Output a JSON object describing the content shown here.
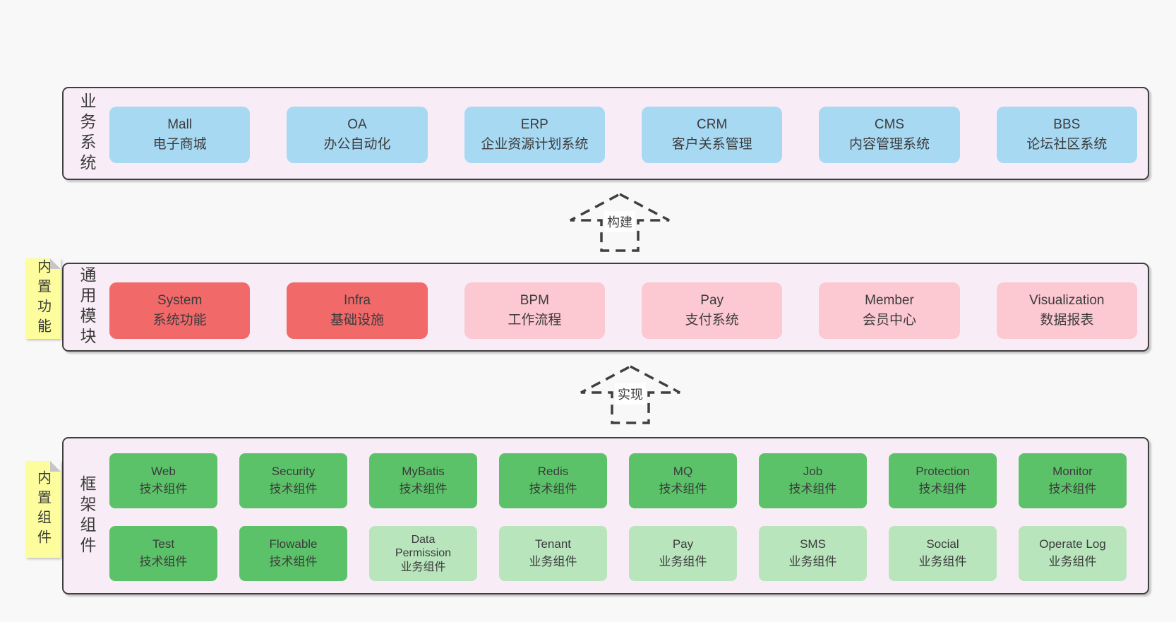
{
  "palette": {
    "page_bg": "#f8f8f8",
    "band_bg": "#f8edf6",
    "band_border": "#3f3f3f",
    "blue_box": "#a8d9f3",
    "red_box": "#f2696a",
    "pink_box": "#fcc8d1",
    "green_box": "#5cc269",
    "light_green_box": "#b9e5bd",
    "note_yellow": "#fdfd9d",
    "text": "#3b3b3b"
  },
  "arrows": {
    "build": {
      "label": "构建"
    },
    "implement": {
      "label": "实现"
    }
  },
  "bands": {
    "business": {
      "label": "业务系统",
      "boxes": [
        {
          "name": "Mall",
          "desc": "电子商城"
        },
        {
          "name": "OA",
          "desc": "办公自动化"
        },
        {
          "name": "ERP",
          "desc": "企业资源计划系统"
        },
        {
          "name": "CRM",
          "desc": "客户关系管理"
        },
        {
          "name": "CMS",
          "desc": "内容管理系统"
        },
        {
          "name": "BBS",
          "desc": "论坛社区系统"
        }
      ]
    },
    "modules": {
      "label": "通用模块",
      "note": "内置功能",
      "boxes": [
        {
          "name": "System",
          "desc": "系统功能"
        },
        {
          "name": "Infra",
          "desc": "基础设施"
        },
        {
          "name": "BPM",
          "desc": "工作流程"
        },
        {
          "name": "Pay",
          "desc": "支付系统"
        },
        {
          "name": "Member",
          "desc": "会员中心"
        },
        {
          "name": "Visualization",
          "desc": "数据报表"
        }
      ]
    },
    "components": {
      "label": "框架组件",
      "note": "内置组件",
      "row1": [
        {
          "name": "Web",
          "desc": "技术组件"
        },
        {
          "name": "Security",
          "desc": "技术组件"
        },
        {
          "name": "MyBatis",
          "desc": "技术组件"
        },
        {
          "name": "Redis",
          "desc": "技术组件"
        },
        {
          "name": "MQ",
          "desc": "技术组件"
        },
        {
          "name": "Job",
          "desc": "技术组件"
        },
        {
          "name": "Protection",
          "desc": "技术组件"
        },
        {
          "name": "Monitor",
          "desc": "技术组件"
        }
      ],
      "row2": [
        {
          "name": "Test",
          "desc": "技术组件"
        },
        {
          "name": "Flowable",
          "desc": "技术组件"
        },
        {
          "name": "Data\nPermission",
          "desc": "业务组件"
        },
        {
          "name": "Tenant",
          "desc": "业务组件"
        },
        {
          "name": "Pay",
          "desc": "业务组件"
        },
        {
          "name": "SMS",
          "desc": "业务组件"
        },
        {
          "name": "Social",
          "desc": "业务组件"
        },
        {
          "name": "Operate Log",
          "desc": "业务组件"
        }
      ]
    }
  }
}
